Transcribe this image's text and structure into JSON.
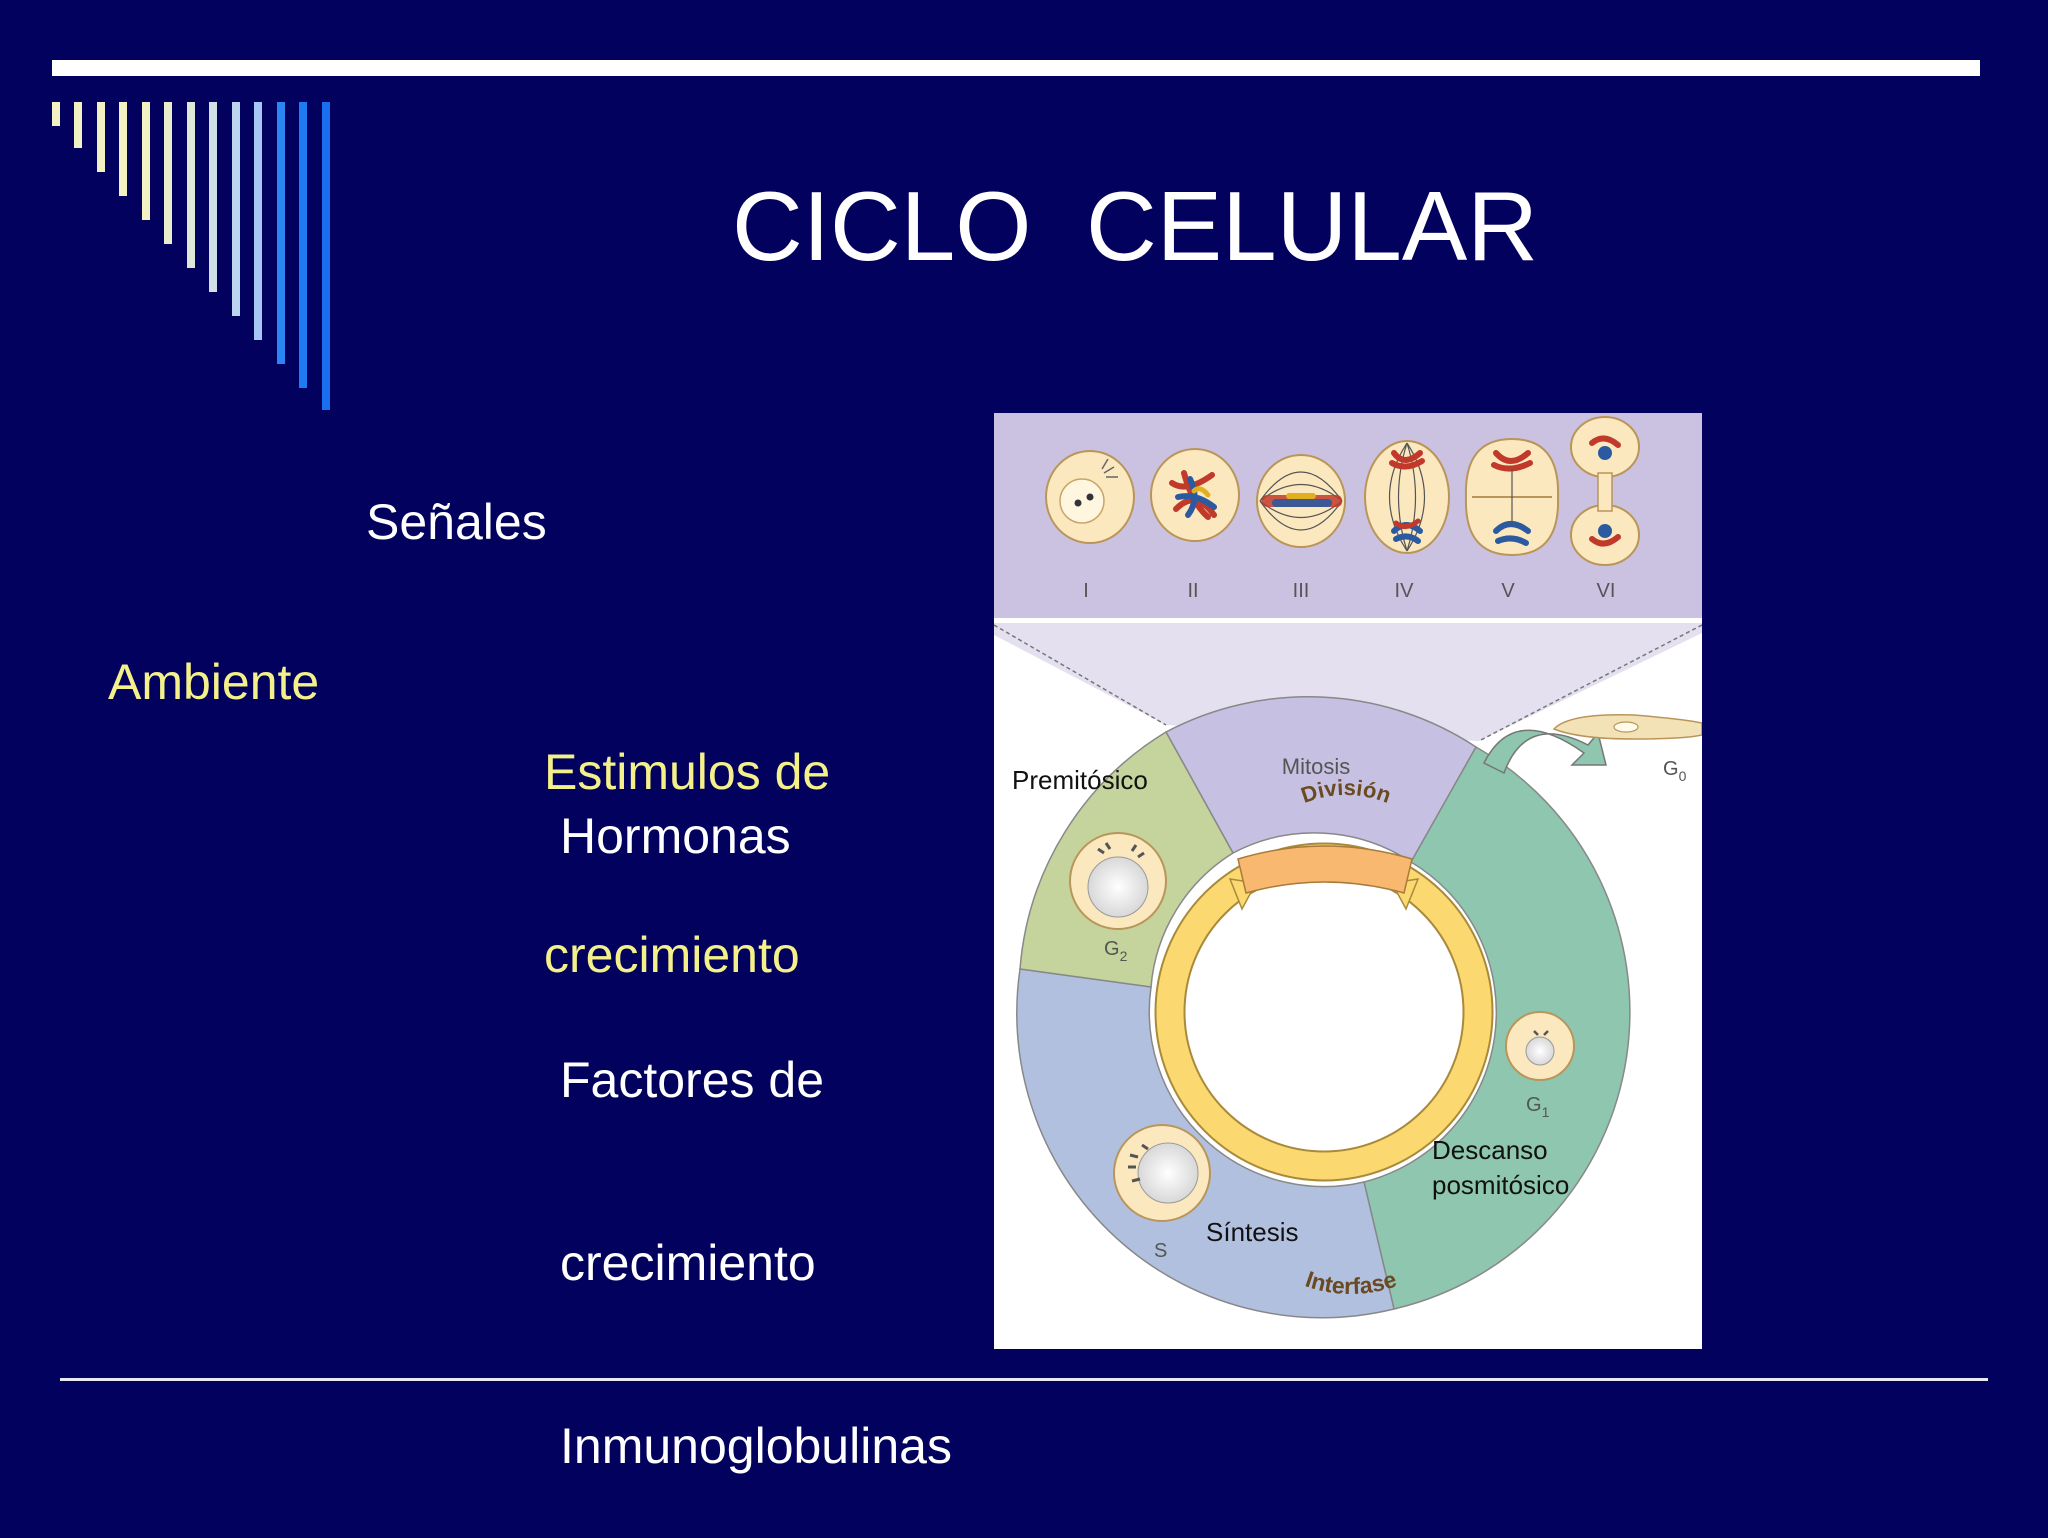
{
  "slide": {
    "title": "CICLO  CELULAR",
    "colors": {
      "background": "#02025e",
      "text": "#ffffff",
      "highlight": "#f4f08a"
    }
  },
  "left_text": {
    "senales": "Señales",
    "ambiente": "Ambiente",
    "estimulos": [
      "Estimulos de",
      "crecimiento"
    ],
    "hormonas": "Hormonas",
    "factores": [
      "Factores de",
      "crecimiento",
      "Inmunoglobulinas"
    ]
  },
  "diagram": {
    "stages": [
      "I",
      "II",
      "III",
      "IV",
      "V",
      "VI"
    ],
    "phases": {
      "mitosis": "Mitosis",
      "premitosico": "Premitósico",
      "g2": "G",
      "g2_sub": "2",
      "g1": "G",
      "g1_sub": "1",
      "g0": "G",
      "g0_sub": "0",
      "s": "S",
      "sintesis": "Síntesis",
      "descanso": [
        "Descanso",
        "posmitósico"
      ]
    },
    "arrows": {
      "division": "División",
      "interfase": "Interfase"
    },
    "colors": {
      "top_band": "#cbc2e2",
      "mitosis": "#c6c0e2",
      "g2": "#c4d49c",
      "s": "#b2c0e0",
      "g1": "#8ec6b0",
      "ring": "#fcd870",
      "cell": "#fbe8be"
    }
  }
}
